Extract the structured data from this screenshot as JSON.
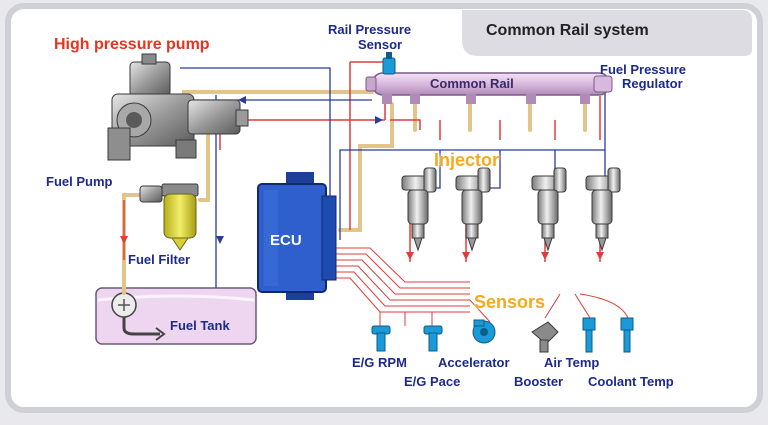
{
  "title": "Common Rail system",
  "labels": {
    "high_pressure_pump": "High pressure pump",
    "rail_pressure_sensor_line1": "Rail Pressure",
    "rail_pressure_sensor_line2": "Sensor",
    "common_rail": "Common Rail",
    "fuel_pressure_regulator_line1": "Fuel Pressure",
    "fuel_pressure_regulator_line2": "Regulator",
    "injector": "Injector",
    "fuel_pump": "Fuel Pump",
    "fuel_filter": "Fuel Filter",
    "ecu": "ECU",
    "fuel_tank": "Fuel Tank",
    "sensors": "Sensors",
    "eg_rpm": "E/G RPM",
    "eg_pace": "E/G Pace",
    "accelerator": "Accelerator",
    "booster": "Booster",
    "air_temp": "Air Temp",
    "coolant_temp": "Coolant Temp"
  },
  "colors": {
    "panel_bg": "#ffffff",
    "frame": "#d0d0d6",
    "fuel_line": "#e2c58a",
    "pressure_line": "#e23b3b",
    "return_line": "#2b3a9e",
    "ecu_body": "#2e5fcc",
    "sensor_icon": "#1a9ad6",
    "tank_fill": "#efd6f0",
    "filter": "#e6df3a",
    "label_blue": "#1d2a8a",
    "title_red": "#e8331f",
    "glow_label": "#f6a91c"
  }
}
